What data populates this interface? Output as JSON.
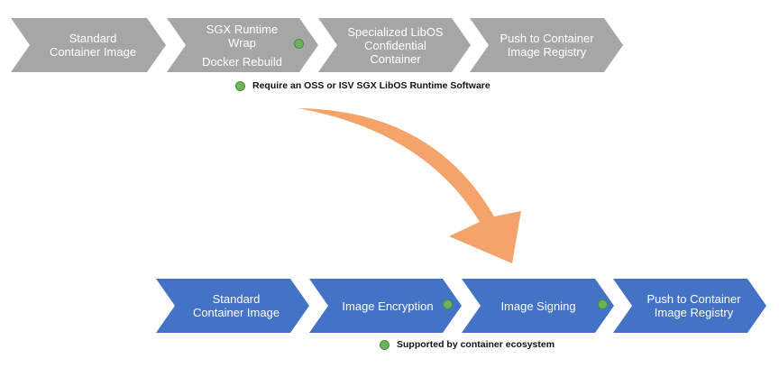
{
  "top_flow": {
    "steps": [
      {
        "lines": [
          "Standard",
          "Container Image"
        ]
      },
      {
        "lines": [
          "SGX Runtime",
          "Wrap",
          "",
          "Docker Rebuild"
        ]
      },
      {
        "lines": [
          "Specialized LibOS",
          "Confidential",
          "Container"
        ]
      },
      {
        "lines": [
          "Push to Container",
          "Image Registry"
        ]
      }
    ],
    "color": "#a6a6a6",
    "legend": "Require an OSS or ISV SGX LibOS Runtime Software"
  },
  "bottom_flow": {
    "steps": [
      {
        "lines": [
          "Standard",
          "Container Image"
        ]
      },
      {
        "lines": [
          "Image Encryption"
        ]
      },
      {
        "lines": [
          "Image Signing"
        ]
      },
      {
        "lines": [
          "Push to Container",
          "Image Registry"
        ]
      }
    ],
    "color": "#4472c4",
    "legend": "Supported by container ecosystem"
  },
  "arrow_color": "#f4a46a",
  "dot_color": "#6fb25a"
}
